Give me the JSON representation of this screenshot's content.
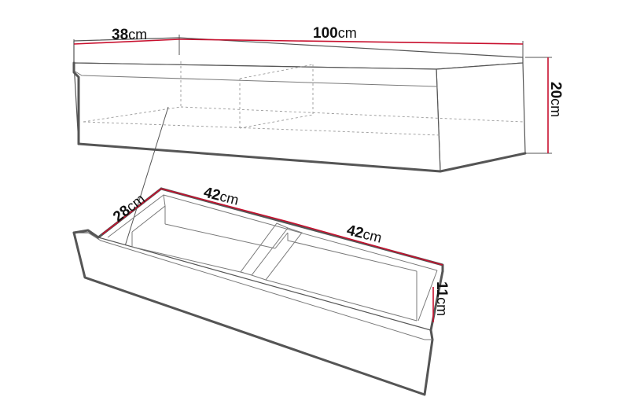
{
  "dimensions": {
    "shelf_depth": {
      "value": "38",
      "unit": "cm"
    },
    "shelf_width": {
      "value": "100",
      "unit": "cm"
    },
    "shelf_height": {
      "value": "20",
      "unit": "cm"
    },
    "drawer_depth": {
      "value": "28",
      "unit": "cm"
    },
    "drawer_compartment_left": {
      "value": "42",
      "unit": "cm"
    },
    "drawer_compartment_right": {
      "value": "42",
      "unit": "cm"
    },
    "drawer_height": {
      "value": "11",
      "unit": "cm"
    }
  },
  "colors": {
    "dimension_line": "#c8102e",
    "outline": "#555555"
  }
}
